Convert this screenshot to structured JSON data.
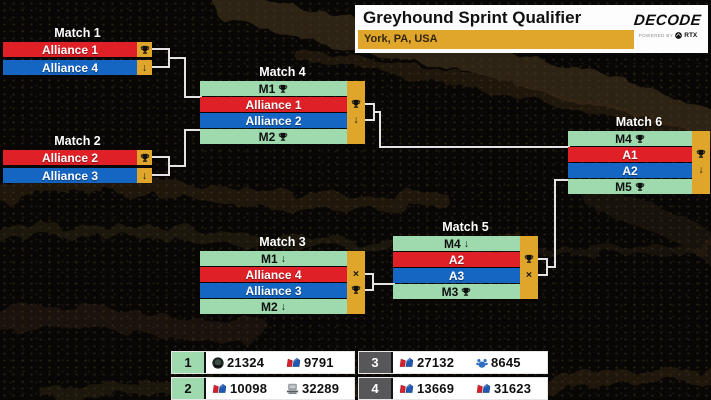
{
  "header": {
    "title": "Greyhound Sprint Qualifier",
    "location": "York, PA, USA",
    "logo_text": "DECODE",
    "powered_by": "POWERED BY",
    "sponsor": "RTX"
  },
  "colors": {
    "red": "#e02027",
    "blue": "#1565c2",
    "green": "#9fd9ae",
    "gold": "#e0a62b",
    "line": "#e3e3e3",
    "seed_dark": "#57575a"
  },
  "bracket": {
    "matches": [
      {
        "title": "Match 1",
        "type": "pair",
        "rows": [
          {
            "label": "Alliance 1",
            "variant": "red",
            "result": "trophy"
          },
          {
            "label": "Alliance 4",
            "variant": "blue",
            "result": "down"
          }
        ]
      },
      {
        "title": "Match 2",
        "type": "pair",
        "rows": [
          {
            "label": "Alliance 2",
            "variant": "red",
            "result": "trophy"
          },
          {
            "label": "Alliance 3",
            "variant": "blue",
            "result": "down"
          }
        ]
      },
      {
        "title": "Match 3",
        "type": "quad",
        "rows": [
          {
            "label": "M1",
            "badge": "down",
            "variant": "green"
          },
          {
            "label": "Alliance 4",
            "variant": "red",
            "result": "x"
          },
          {
            "label": "Alliance 3",
            "variant": "blue",
            "result": "trophy"
          },
          {
            "label": "M2",
            "badge": "down",
            "variant": "green"
          }
        ]
      },
      {
        "title": "Match 4",
        "type": "quad",
        "rows": [
          {
            "label": "M1",
            "badge": "trophy",
            "variant": "green"
          },
          {
            "label": "Alliance 1",
            "variant": "red",
            "result": "trophy"
          },
          {
            "label": "Alliance 2",
            "variant": "blue",
            "result": "down"
          },
          {
            "label": "M2",
            "badge": "trophy",
            "variant": "green"
          }
        ]
      },
      {
        "title": "Match 5",
        "type": "quad",
        "rows": [
          {
            "label": "M4",
            "badge": "down",
            "variant": "green"
          },
          {
            "label": "A2",
            "variant": "red",
            "result": "trophy"
          },
          {
            "label": "A3",
            "variant": "blue",
            "result": "x"
          },
          {
            "label": "M3",
            "badge": "trophy",
            "variant": "green"
          }
        ]
      },
      {
        "title": "Match 6",
        "type": "quad",
        "rows": [
          {
            "label": "M4",
            "badge": "trophy",
            "variant": "green"
          },
          {
            "label": "A1",
            "variant": "red",
            "result": "trophy"
          },
          {
            "label": "A2",
            "variant": "blue",
            "result": "down"
          },
          {
            "label": "M5",
            "badge": "trophy",
            "variant": "green"
          }
        ]
      }
    ],
    "icons": {
      "trophy": "trophy-icon",
      "down": "down-arrow-icon",
      "x": "x-mark-icon"
    }
  },
  "alliances_table": {
    "rows": [
      {
        "seed": "1",
        "seed_style": "green",
        "teams": [
          {
            "logo": "dark-circle-logo",
            "number": "21324"
          },
          {
            "logo": "first-redblue-logo",
            "number": "9791"
          }
        ]
      },
      {
        "seed": "2",
        "seed_style": "green",
        "teams": [
          {
            "logo": "first-redblue-logo",
            "number": "10098"
          },
          {
            "logo": "gray-robot-logo",
            "number": "32289"
          }
        ]
      },
      {
        "seed": "3",
        "seed_style": "dark",
        "teams": [
          {
            "logo": "first-redblue-logo",
            "number": "27132"
          },
          {
            "logo": "blue-paw-logo",
            "number": "8645"
          }
        ]
      },
      {
        "seed": "4",
        "seed_style": "dark",
        "teams": [
          {
            "logo": "first-redblue-logo",
            "number": "13669"
          },
          {
            "logo": "first-redblue-logo",
            "number": "31623"
          }
        ]
      }
    ]
  }
}
